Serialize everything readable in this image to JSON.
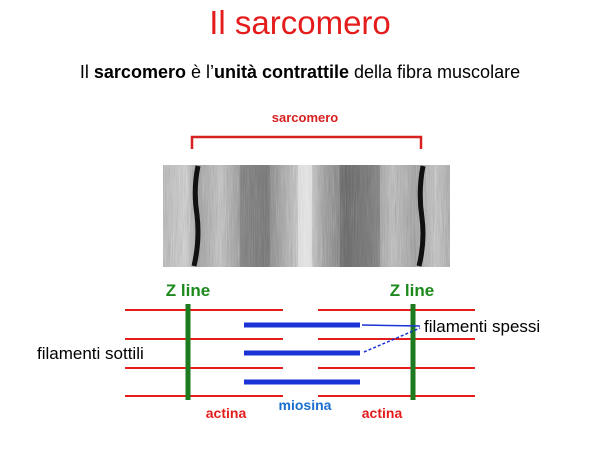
{
  "slide": {
    "title": "Il sarcomero",
    "subtitle_parts": [
      "Il ",
      "sarcomero",
      " è l’",
      "unità contrattile",
      " della fibra muscolare"
    ]
  },
  "diagram": {
    "bracket_label": "sarcomero",
    "z_line_labels": [
      "Z line",
      "Z line"
    ],
    "thin_filaments_label": "filamenti sottili",
    "thick_filaments_label": "filamenti spessi",
    "actin_labels": [
      "actina",
      "actina"
    ],
    "myosin_label": "miosina",
    "micrograph_label": "",
    "colors": {
      "title": "#e41c1c",
      "bracket": "#d82020",
      "z_label": "#1e8a1e",
      "z_line": "#1e7a1e",
      "thin_filament": "#e41c1c",
      "thick_filament": "#1a32d6",
      "pointer": "#1a32d6",
      "myosin_text": "#1a6fd0",
      "actin_text": "#e41c1c"
    }
  }
}
